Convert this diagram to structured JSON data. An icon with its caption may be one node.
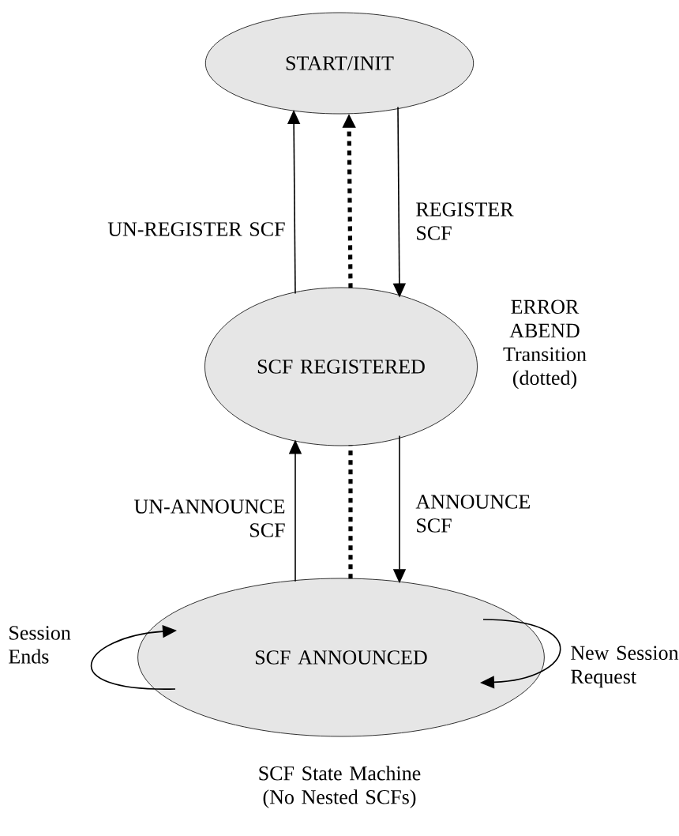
{
  "diagram": {
    "caption": "SCF State Machine (No Nested SCFs)",
    "nodes": [
      {
        "text": [
          "START/INIT"
        ]
      },
      {
        "text": [
          "SCF REGISTERED"
        ]
      },
      {
        "text": [
          "SCF ANNOUNCED"
        ]
      }
    ],
    "edges": [
      {
        "from": 1,
        "to": 0,
        "arrow": "to",
        "label": "UN-REGISTER SCF"
      },
      {
        "from": 1,
        "to": 0,
        "arrow": "to",
        "style": "dashed"
      },
      {
        "from": 0,
        "to": 1,
        "arrow": "to",
        "label": "REGISTER SCF"
      },
      {
        "from": 2,
        "to": 1,
        "arrow": "to",
        "label": "UN-ANNOUNCE SCF"
      },
      {
        "from": 2,
        "to": 1,
        "arrow": "none",
        "style": "dashed"
      },
      {
        "from": 1,
        "to": 2,
        "arrow": "to",
        "label": "ANNOUNCE SCF"
      },
      {
        "from": 2,
        "to": 2,
        "arrow": "to",
        "label": "Session Ends"
      },
      {
        "from": 2,
        "to": 2,
        "arrow": "to",
        "label": "New Session Request"
      }
    ],
    "labels": [
      "ERROR ABEND Transition (dotted)"
    ]
  }
}
